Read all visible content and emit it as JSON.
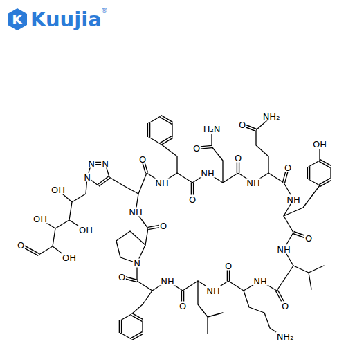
{
  "diagram": {
    "labels": [
      "K",
      "Kuujia",
      "®",
      "O",
      "NH",
      "O",
      "NH",
      "O",
      "H₂N",
      "O",
      "NH",
      "O",
      "NH₂",
      "O",
      "OH",
      "NH",
      "O",
      "NH",
      "O",
      "NH",
      "NH₂",
      "O",
      "NH",
      "O",
      "NH",
      "O",
      "N",
      "O",
      "NH",
      "N",
      "N",
      "N",
      "OH",
      "OH",
      "OH",
      "OH",
      "O"
    ]
  }
}
